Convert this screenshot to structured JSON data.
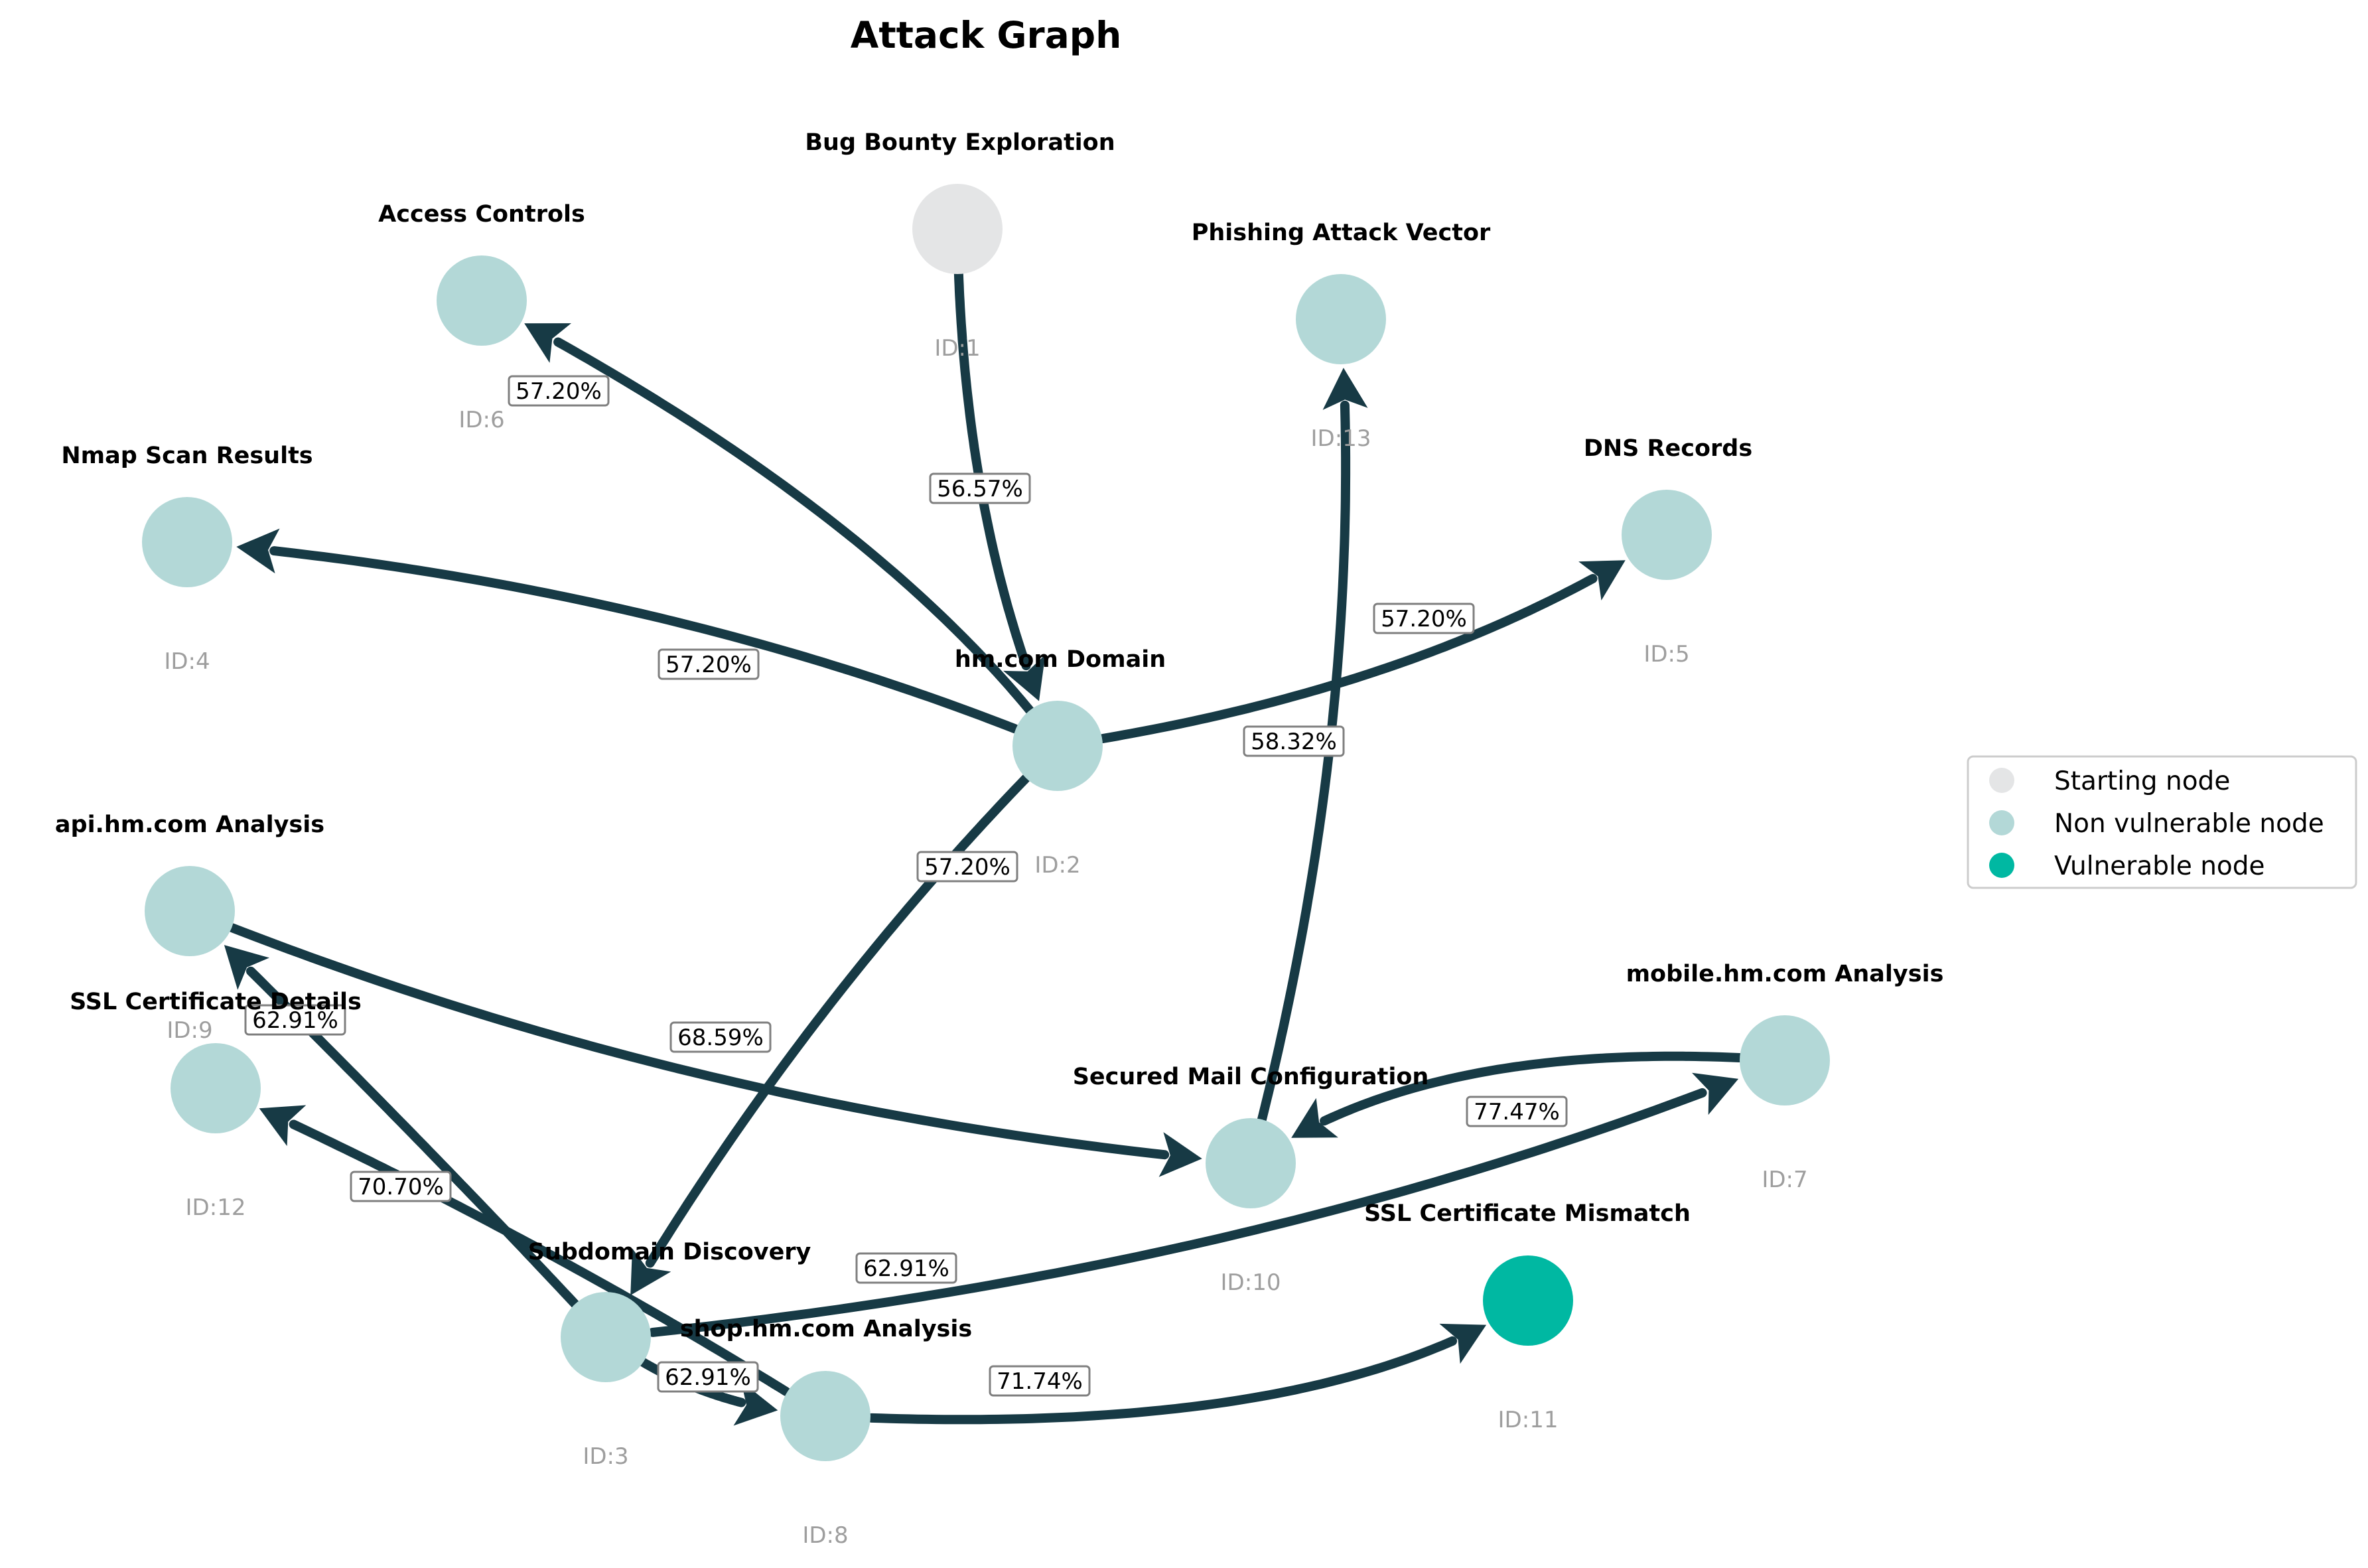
{
  "title": "Attack Graph",
  "colors": {
    "start": "#e4e5e6",
    "non_vulnerable": "#b3d8d7",
    "vulnerable": "#00b8a2",
    "edge": "#173a45",
    "id_text": "#9e9e9e"
  },
  "nodes": [
    {
      "id": "1",
      "name": "Bug Bounty Exploration",
      "type": "start"
    },
    {
      "id": "2",
      "name": "hm.com Domain",
      "type": "non_vulnerable"
    },
    {
      "id": "3",
      "name": "Subdomain Discovery",
      "type": "non_vulnerable"
    },
    {
      "id": "4",
      "name": "Nmap Scan Results",
      "type": "non_vulnerable"
    },
    {
      "id": "5",
      "name": "DNS Records",
      "type": "non_vulnerable"
    },
    {
      "id": "6",
      "name": "Access Controls",
      "type": "non_vulnerable"
    },
    {
      "id": "7",
      "name": "mobile.hm.com Analysis",
      "type": "non_vulnerable"
    },
    {
      "id": "8",
      "name": "shop.hm.com Analysis",
      "type": "non_vulnerable"
    },
    {
      "id": "9",
      "name": "api.hm.com Analysis",
      "type": "non_vulnerable"
    },
    {
      "id": "10",
      "name": "Secured Mail Configuration",
      "type": "non_vulnerable"
    },
    {
      "id": "11",
      "name": "SSL Certificate Mismatch",
      "type": "vulnerable"
    },
    {
      "id": "12",
      "name": "SSL Certificate Details",
      "type": "non_vulnerable"
    },
    {
      "id": "13",
      "name": "Phishing Attack Vector",
      "type": "non_vulnerable"
    }
  ],
  "id_prefix": "ID:",
  "edges": [
    {
      "from": "1",
      "to": "2",
      "label": "56.57%"
    },
    {
      "from": "2",
      "to": "6",
      "label": "57.20%"
    },
    {
      "from": "2",
      "to": "4",
      "label": "57.20%"
    },
    {
      "from": "2",
      "to": "5",
      "label": "57.20%"
    },
    {
      "from": "2",
      "to": "3",
      "label": "57.20%"
    },
    {
      "from": "10",
      "to": "13",
      "label": "58.32%"
    },
    {
      "from": "9",
      "to": "10",
      "label": "68.59%"
    },
    {
      "from": "3",
      "to": "9",
      "label": "62.91%"
    },
    {
      "from": "8",
      "to": "12",
      "label": "70.70%"
    },
    {
      "from": "3",
      "to": "7",
      "label": "62.91%"
    },
    {
      "from": "7",
      "to": "10",
      "label": "77.47%"
    },
    {
      "from": "3",
      "to": "8",
      "label": "62.91%"
    },
    {
      "from": "8",
      "to": "11",
      "label": "71.74%"
    }
  ],
  "legend": [
    {
      "label": "Starting node",
      "type": "start"
    },
    {
      "label": "Non vulnerable node",
      "type": "non_vulnerable"
    },
    {
      "label": "Vulnerable node",
      "type": "vulnerable"
    }
  ]
}
